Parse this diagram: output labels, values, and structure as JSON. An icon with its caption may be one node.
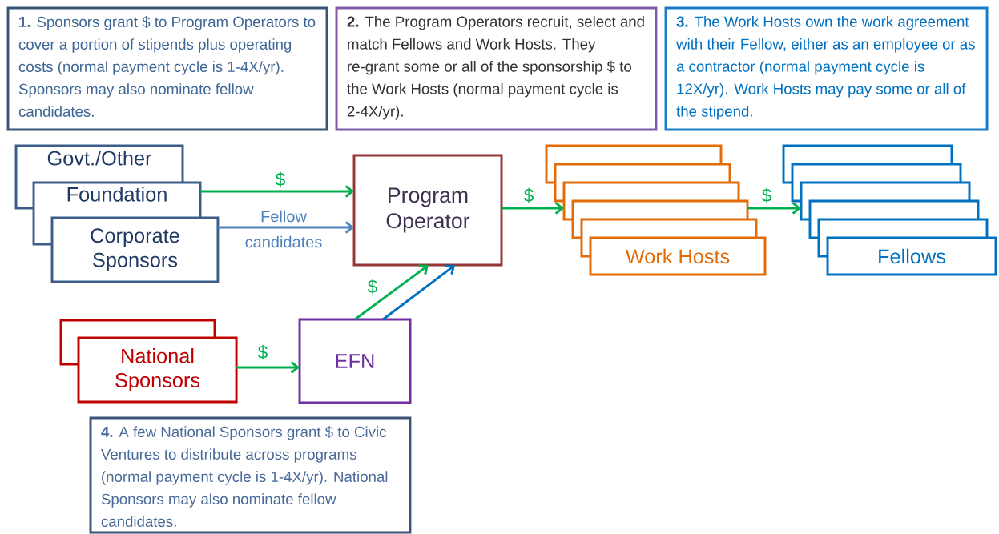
{
  "diagram": {
    "nodes": [
      {
        "text": [
          "**1.** Sponsors grant $ to Program Operators to cover a portion of stipends plus operating costs (normal payment cycle is 1-4X/yr). Sponsors may also nominate fellow candidates."
        ]
      },
      {
        "text": [
          "**2.** The Program Operators recruit, select and match Fellows and Work Hosts. They re-grant some or all of the sponsorship $ to the Work Hosts (normal payment cycle is 2-4X/yr)."
        ]
      },
      {
        "text": [
          "**3.** The Work Hosts own the work agreement with their Fellow, either as an employee or as a contractor (normal payment cycle is 12X/yr). Work Hosts may pay some or all of the stipend."
        ]
      },
      {
        "text": [
          "Govt./Other"
        ]
      },
      {
        "text": [
          "Foundation"
        ]
      },
      {
        "text": [
          "Corporate Sponsors"
        ]
      },
      {
        "text": [
          "Program Operator"
        ]
      },
      {
        "text": [],
        "shape": "box"
      },
      {
        "text": [],
        "shape": "box"
      },
      {
        "text": [],
        "shape": "box"
      },
      {
        "text": [],
        "shape": "box"
      },
      {
        "text": [],
        "shape": "box"
      },
      {
        "text": [
          "Work Hosts"
        ]
      },
      {
        "text": [],
        "shape": "box"
      },
      {
        "text": [],
        "shape": "box"
      },
      {
        "text": [],
        "shape": "box"
      },
      {
        "text": [],
        "shape": "box"
      },
      {
        "text": [],
        "shape": "box"
      },
      {
        "text": [
          "Fellows"
        ]
      },
      {
        "text": [],
        "shape": "box"
      },
      {
        "text": [
          "National Sponsors"
        ]
      },
      {
        "text": [
          "EFN"
        ]
      },
      {
        "text": [
          "**4.** A few National Sponsors grant $ to Civic Ventures to distribute across programs (normal payment cycle is 1-4X/yr). National Sponsors may also nominate fellow candidates."
        ]
      }
    ],
    "edges": [
      {
        "from": 4,
        "to": 6,
        "arrow": "to",
        "label": "$"
      },
      {
        "from": 5,
        "to": 6,
        "arrow": "to",
        "label": "Fellow candidates",
        "color": "#4f81bd"
      },
      {
        "from": 6,
        "to": 9,
        "arrow": "to",
        "label": "$"
      },
      {
        "from": 10,
        "to": 15,
        "arrow": "to",
        "label": "$"
      },
      {
        "from": 20,
        "to": 21,
        "arrow": "to",
        "label": "$"
      },
      {
        "from": 21,
        "to": 6,
        "arrow": "to",
        "label": "$"
      },
      {
        "from": 21,
        "to": 6,
        "arrow": "to",
        "color": "#0070c0"
      }
    ]
  }
}
